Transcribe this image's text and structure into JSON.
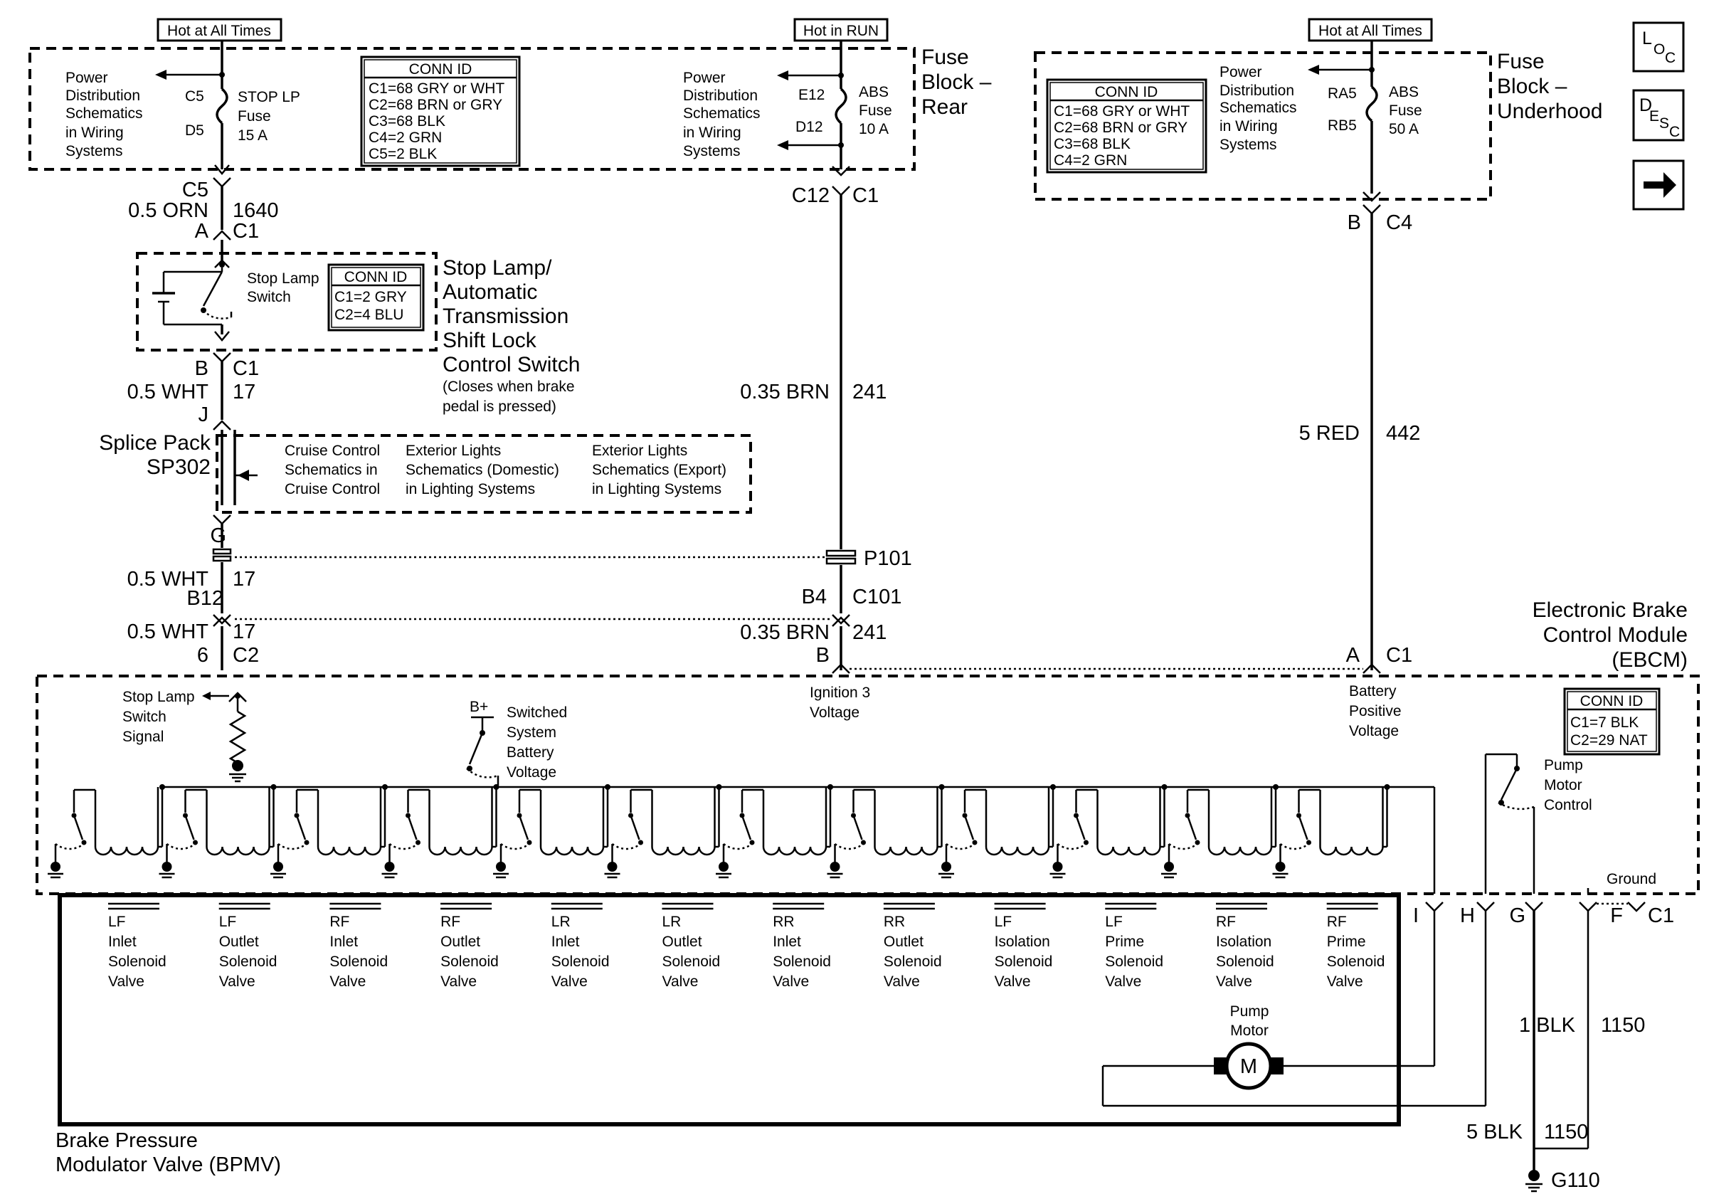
{
  "power_banners": [
    "Hot at All Times",
    "Hot in RUN",
    "Hot at All Times"
  ],
  "nav": {
    "loc": [
      "L",
      "O",
      "C"
    ],
    "desc": [
      "D",
      "E",
      "S",
      "C"
    ]
  },
  "fuse_block_rear": {
    "title": [
      "Fuse",
      "Block –",
      "Rear"
    ],
    "left_note": [
      "Power",
      "Distribution",
      "Schematics",
      "in Wiring",
      "Systems"
    ],
    "right_note": [
      "Power",
      "Distribution",
      "Schematics",
      "in Wiring",
      "Systems"
    ],
    "stop_fuse": {
      "pin_top": "C5",
      "pin_bottom": "D5",
      "name": [
        "STOP LP",
        "Fuse",
        "15 A"
      ]
    },
    "abs_fuse": {
      "pin_top": "E12",
      "pin_bottom": "D12",
      "name": [
        "ABS",
        "Fuse",
        "10 A"
      ]
    },
    "conn_id": {
      "title": "CONN ID",
      "rows": [
        "C1=68 GRY or WHT",
        "C2=68 BRN or GRY",
        "C3=68 BLK",
        "C4=2 GRN",
        "C5=2 BLK"
      ]
    }
  },
  "fuse_block_underhood": {
    "title": [
      "Fuse",
      "Block –",
      "Underhood"
    ],
    "note": [
      "Power",
      "Distribution",
      "Schematics",
      "in Wiring",
      "Systems"
    ],
    "abs_fuse": {
      "pin_top": "RA5",
      "pin_bottom": "RB5",
      "name": [
        "ABS",
        "Fuse",
        "50 A"
      ]
    },
    "conn_id": {
      "title": "CONN ID",
      "rows": [
        "C1=68 GRY or WHT",
        "C2=68 BRN or GRY",
        "C3=68 BLK",
        "C4=2 GRN"
      ]
    }
  },
  "left_circuit": {
    "top_conn": {
      "pin_upper": "C5",
      "wire": "0.5 ORN",
      "pin_lower": "A",
      "circuit": "1640",
      "connector": "C1"
    },
    "switch_label": [
      "Stop Lamp",
      "Switch"
    ],
    "switch_conn_id": {
      "title": "CONN ID",
      "rows": [
        "C1=2 GRY",
        "C2=4 BLU"
      ]
    },
    "switch_title": [
      "Stop Lamp/",
      "Automatic",
      "Transmission",
      "Shift Lock",
      "Control Switch"
    ],
    "switch_note": [
      "(Closes when brake",
      "pedal is pressed)"
    ],
    "mid_conn": {
      "pin_upper": "B",
      "wire": "0.5 WHT",
      "pin_lower": "J",
      "connector": "C1",
      "circuit": "17"
    },
    "g_pin": "G",
    "lower_wire": "0.5 WHT",
    "lower_circuit": "17",
    "c101_pin": "B12",
    "ebcm_wire": "0.5 WHT",
    "ebcm_circuit": "17",
    "ebcm_pin": "6",
    "ebcm_connector": "C2"
  },
  "splice_pack": {
    "label": [
      "Splice Pack",
      "SP302"
    ],
    "notes": [
      [
        "Cruise Control",
        "Schematics in",
        "Cruise Control"
      ],
      [
        "Exterior Lights",
        "Schematics (Domestic)",
        "in Lighting Systems"
      ],
      [
        "Exterior Lights",
        "Schematics (Export)",
        "in Lighting Systems"
      ]
    ]
  },
  "center_circuit": {
    "top_conn": {
      "pin": "C12",
      "connector": "C1"
    },
    "wire": "0.35 BRN",
    "circuit": "241",
    "p101": "P101",
    "c101_pin": "B4",
    "c101": "C101",
    "ebcm_wire": "0.35 BRN",
    "ebcm_circuit": "241",
    "ebcm_pin": "B"
  },
  "right_circuit": {
    "top_conn": {
      "pin": "B",
      "connector": "C4"
    },
    "wire": "5 RED",
    "circuit": "442",
    "ebcm_pin": "A",
    "ebcm_connector": "C1"
  },
  "ebcm": {
    "title": [
      "Electronic Brake",
      "Control Module",
      "(EBCM)"
    ],
    "stop_signal": [
      "Stop Lamp",
      "Switch",
      "Signal"
    ],
    "ignition": [
      "Ignition 3",
      "Voltage"
    ],
    "battery": [
      "Battery",
      "Positive",
      "Voltage"
    ],
    "b_plus": "B+",
    "switched": [
      "Switched",
      "System",
      "Battery",
      "Voltage"
    ],
    "conn_id": {
      "title": "CONN ID",
      "rows": [
        "C1=7 BLK",
        "C2=29 NAT"
      ]
    },
    "pump_control": [
      "Pump",
      "Motor",
      "Control"
    ],
    "ground": "Ground"
  },
  "ebcm_pins": [
    "I",
    "H",
    "G",
    "F",
    "C1"
  ],
  "bpmv": {
    "title": [
      "Brake Pressure",
      "Modulator Valve (BPMV)"
    ],
    "solenoids": [
      [
        "LF",
        "Inlet",
        "Solenoid",
        "Valve"
      ],
      [
        "LF",
        "Outlet",
        "Solenoid",
        "Valve"
      ],
      [
        "RF",
        "Inlet",
        "Solenoid",
        "Valve"
      ],
      [
        "RF",
        "Outlet",
        "Solenoid",
        "Valve"
      ],
      [
        "LR",
        "Inlet",
        "Solenoid",
        "Valve"
      ],
      [
        "LR",
        "Outlet",
        "Solenoid",
        "Valve"
      ],
      [
        "RR",
        "Inlet",
        "Solenoid",
        "Valve"
      ],
      [
        "RR",
        "Outlet",
        "Solenoid",
        "Valve"
      ],
      [
        "LF",
        "Isolation",
        "Solenoid",
        "Valve"
      ],
      [
        "LF",
        "Prime",
        "Solenoid",
        "Valve"
      ],
      [
        "RF",
        "Isolation",
        "Solenoid",
        "Valve"
      ],
      [
        "RF",
        "Prime",
        "Solenoid",
        "Valve"
      ]
    ],
    "pump_motor": [
      "Pump",
      "Motor"
    ],
    "motor_symbol": "M"
  },
  "ground": {
    "wire_upper": "1 BLK",
    "circuit_upper": "1150",
    "wire_lower": "5 BLK",
    "circuit_lower": "1150",
    "ground_id": "G110"
  }
}
